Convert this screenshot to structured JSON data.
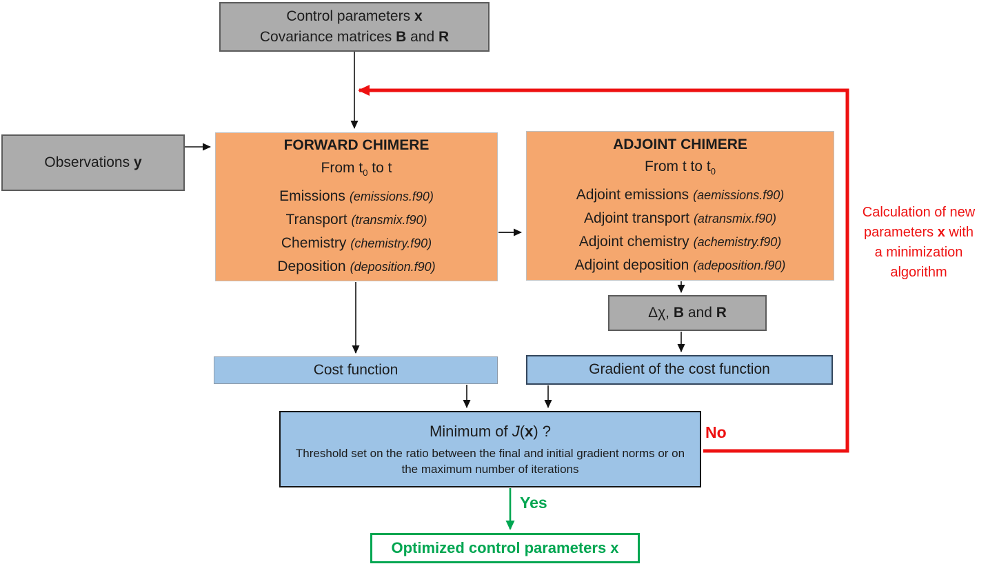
{
  "colors": {
    "box_gray": "#acacac",
    "box_orange": "#f5a76e",
    "box_blue": "#9dc3e6",
    "accent_red": "#ee1111",
    "accent_green": "#00a651",
    "text": "#1c1c1c"
  },
  "nodes": {
    "control": {
      "line1_pre": "Control parameters ",
      "line1_bold": "x",
      "line2_pre": "Covariance matrices ",
      "line2_b1": "B",
      "line2_mid": " and ",
      "line2_b2": "R"
    },
    "observations": {
      "pre": "Observations ",
      "bold": "y"
    },
    "forward": {
      "title": "FORWARD CHIMERE",
      "time": {
        "pre": "From t",
        "sub": "0",
        "post": " to t"
      },
      "modules": [
        {
          "name": "Emissions",
          "file": "(emissions.f90)"
        },
        {
          "name": "Transport",
          "file": "(transmix.f90)"
        },
        {
          "name": "Chemistry",
          "file": "(chemistry.f90)"
        },
        {
          "name": "Deposition",
          "file": "(deposition.f90)"
        }
      ]
    },
    "adjoint": {
      "title": "ADJOINT CHIMERE",
      "time": {
        "pre": "From t to t",
        "sub": "0",
        "post": ""
      },
      "modules": [
        {
          "name": "Adjoint emissions",
          "file": "(aemissions.f90)"
        },
        {
          "name": "Adjoint transport",
          "file": "(atransmix.f90)"
        },
        {
          "name": "Adjoint chemistry",
          "file": "(achemistry.f90)"
        },
        {
          "name": "Adjoint deposition",
          "file": "(adeposition.f90)"
        }
      ]
    },
    "delta": {
      "pre": "Δχ, ",
      "b1": "B",
      "mid": " and ",
      "b2": "R"
    },
    "cost": {
      "label": "Cost function"
    },
    "gradient": {
      "label": "Gradient of the cost function"
    },
    "decision": {
      "title_pre": "Minimum of ",
      "title_italic": "J",
      "title_mid": "(",
      "title_bold": "x",
      "title_post": ") ?",
      "subtitle": "Threshold  set on the ratio between the final and initial gradient norms or on the maximum number of iterations"
    },
    "optimized": {
      "label": "Optimized control parameters x"
    }
  },
  "annotations": {
    "no": "No",
    "yes": "Yes",
    "note": {
      "line1": "Calculation of new",
      "line2_pre": "parameters ",
      "line2_bold": "x",
      "line2_post": " with",
      "line3": "a minimization",
      "line4": "algorithm"
    }
  }
}
